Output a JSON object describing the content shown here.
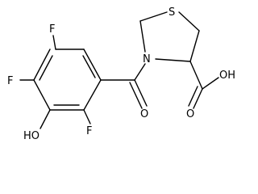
{
  "molecule": {
    "atoms": {
      "f_top": "F",
      "f_left": "F",
      "f_right": "F",
      "hydroxyl": "HO",
      "carbonyl_o": "O",
      "ring_n": "N",
      "ring_s": "S",
      "acid_oh": "OH"
    }
  }
}
